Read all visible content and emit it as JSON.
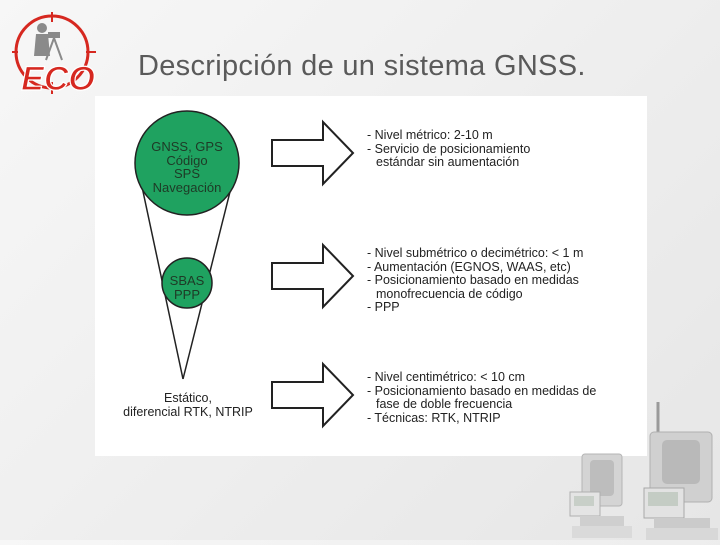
{
  "header": {
    "logo_text": "ECO",
    "title": "Descripción de un sistema GNSS."
  },
  "diagram": {
    "levels": [
      {
        "label_lines": [
          "GNSS, GPS",
          "Código",
          "SPS",
          "Navegación"
        ],
        "bullets": [
          "- Nivel métrico: 2-10 m",
          "- Servicio de posicionamiento",
          "estándar sin aumentación"
        ]
      },
      {
        "label_lines": [
          "SBAS",
          "PPP"
        ],
        "bullets": [
          "- Nivel submétrico o decimétrico: < 1 m",
          "- Aumentación (EGNOS, WAAS, etc)",
          "- Posicionamiento basado en medidas",
          "monofrecuencia de código",
          "- PPP"
        ]
      },
      {
        "label_lines": [
          "Estático,",
          "diferencial RTK, NTRIP"
        ],
        "bullets": [
          "- Nivel centimétrico: < 10 cm",
          "- Posicionamiento basado en medidas de",
          "fase de doble frecuencia",
          "- Técnicas: RTK, NTRIP"
        ]
      }
    ]
  },
  "colors": {
    "circle_fill": "#1fa260",
    "stroke": "#222222",
    "logo_red": "#d62820",
    "title_gray": "#5a5a5a"
  },
  "icons": [
    "eco-logo-icon",
    "surveyor-icon",
    "arrow-right-icon",
    "total-station-icon"
  ]
}
